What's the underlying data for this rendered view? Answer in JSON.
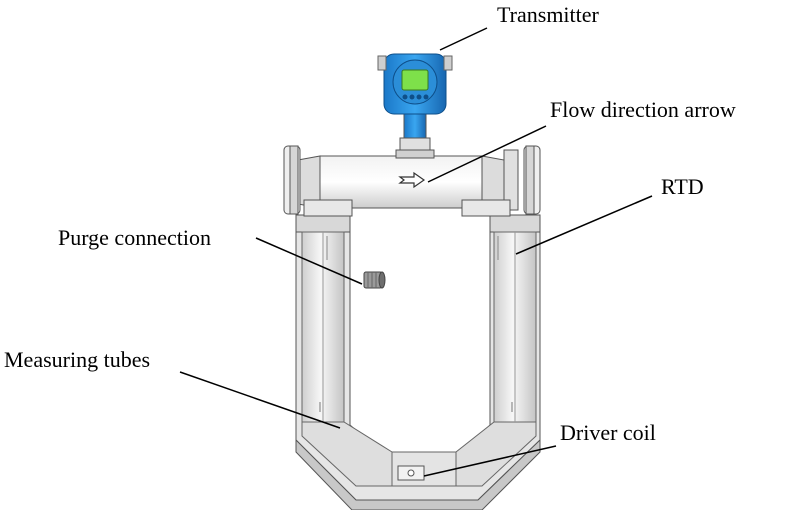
{
  "labels": {
    "transmitter": "Transmitter",
    "flow_direction_arrow": "Flow direction arrow",
    "rtd": "RTD",
    "purge_connection": "Purge connection",
    "measuring_tubes": "Measuring tubes",
    "driver_coil": "Driver coil"
  },
  "colors": {
    "transmitter_housing": "#1e90e0",
    "display": "#7ee04a",
    "metal_light": "#eeeeee",
    "metal_mid": "#d4d4d4",
    "metal_dark": "#b0b0b0",
    "outline": "#555555",
    "leader_line": "#000000"
  }
}
